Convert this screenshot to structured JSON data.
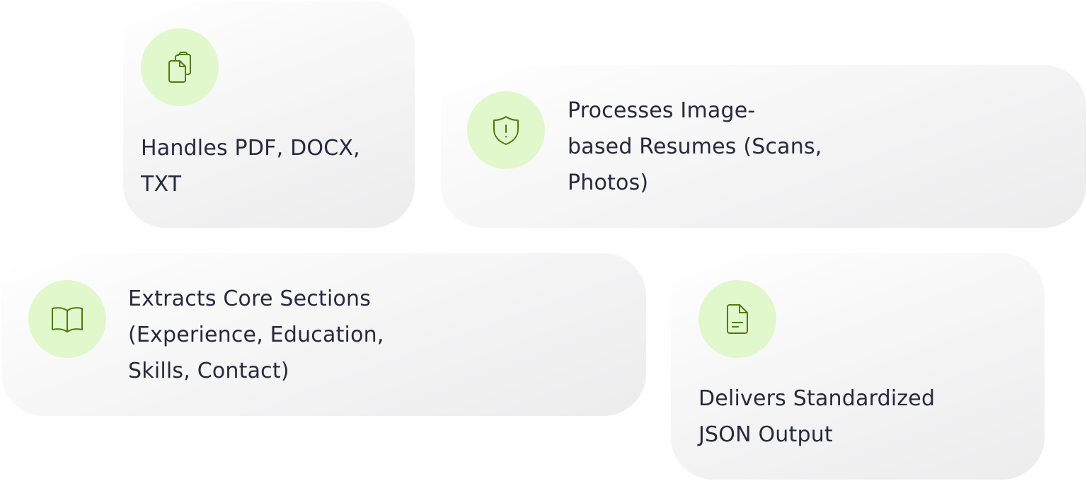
{
  "colors": {
    "icon_bg": "#e1f7cc",
    "icon_stroke": "#4d7c0f",
    "text": "#27293d",
    "card_bg_start": "#ffffff",
    "card_bg_end": "#ececed"
  },
  "features": [
    {
      "icon": "file-copy-icon",
      "label": "Handles PDF, DOCX,\nTXT"
    },
    {
      "icon": "shield-alert-icon",
      "label": "Processes Image-\nbased Resumes (Scans,\nPhotos)"
    },
    {
      "icon": "open-book-icon",
      "label": "Extracts Core Sections\n(Experience, Education,\nSkills, Contact)"
    },
    {
      "icon": "document-text-icon",
      "label": "Delivers Standardized\nJSON Output"
    }
  ]
}
